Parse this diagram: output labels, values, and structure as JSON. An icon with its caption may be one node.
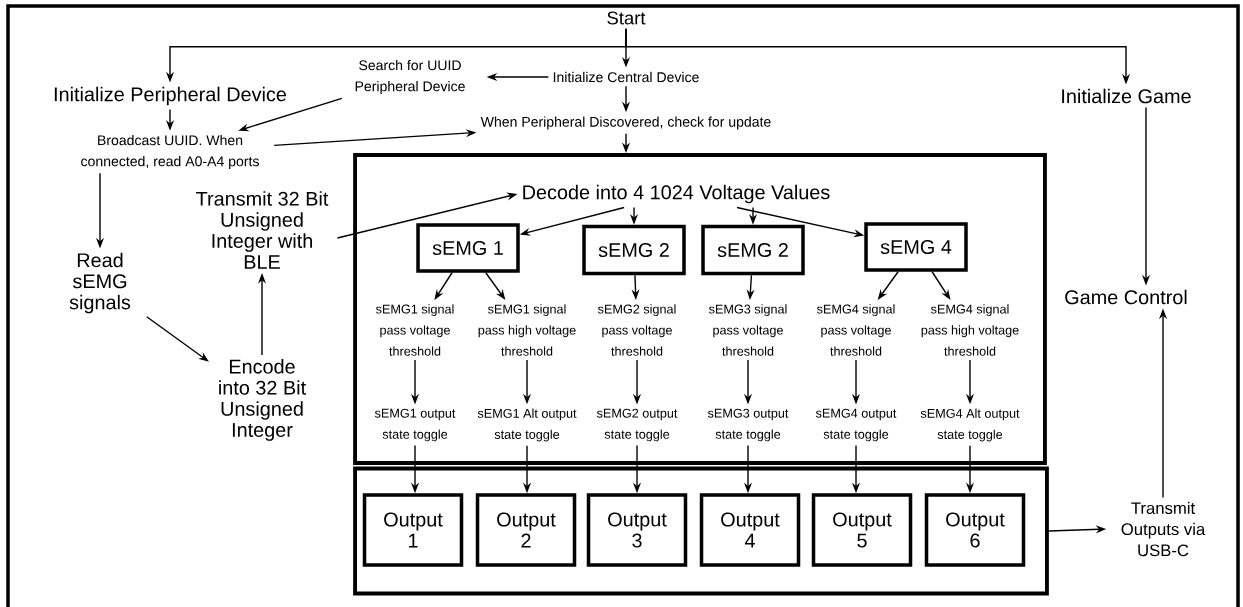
{
  "diagram": {
    "nodes": [
      {
        "text": [
          "Start"
        ]
      },
      {
        "text": [
          "Initialize Peripheral Device"
        ]
      },
      {
        "text": [
          "Search for UUID Peripheral Device"
        ]
      },
      {
        "text": [
          "Initialize Central Device"
        ]
      },
      {
        "text": [
          "Initialize Game"
        ]
      },
      {
        "text": [
          "Broadcast UUID. When connected, read A0-A4 ports"
        ]
      },
      {
        "text": [
          "When Peripheral Discovered, check for update"
        ]
      },
      {
        "text": [],
        "shape": "box"
      },
      {
        "text": [
          "Decode into 4 1024 Voltage Values"
        ],
        "in": 7
      },
      {
        "text": [
          "Transmit 32 Bit Unsigned Integer with BLE"
        ]
      },
      {
        "text": [
          "Read sEMG signals"
        ]
      },
      {
        "text": [
          "Encode into 32 Bit Unsigned Integer"
        ]
      },
      {
        "text": [
          "sEMG 1"
        ],
        "in": 7
      },
      {
        "text": [
          "sEMG 2"
        ],
        "in": 7
      },
      {
        "text": [
          "sEMG 2"
        ],
        "in": 7
      },
      {
        "text": [
          "sEMG 4"
        ],
        "in": 7
      },
      {
        "text": [
          "sEMG1 signal pass voltage threshold"
        ],
        "in": 7
      },
      {
        "text": [
          "sEMG1 signal pass high voltage threshold"
        ],
        "in": 7
      },
      {
        "text": [
          "sEMG2 signal pass voltage threshold"
        ],
        "in": 7
      },
      {
        "text": [
          "sEMG3 signal pass voltage threshold"
        ],
        "in": 7
      },
      {
        "text": [
          "sEMG4 signal pass voltage threshold"
        ],
        "in": 7
      },
      {
        "text": [
          "sEMG4 signal pass high voltage threshold"
        ],
        "in": 7
      },
      {
        "text": [
          "sEMG1 output state toggle"
        ],
        "in": 7
      },
      {
        "text": [
          "sEMG1 Alt output state toggle"
        ],
        "in": 7
      },
      {
        "text": [
          "sEMG2 output state toggle"
        ],
        "in": 7
      },
      {
        "text": [
          "sEMG3 output state toggle"
        ],
        "in": 7
      },
      {
        "text": [
          "sEMG4 output state toggle"
        ],
        "in": 7
      },
      {
        "text": [
          "sEMG4 Alt output state toggle"
        ],
        "in": 7
      },
      {
        "text": [
          "Game Control"
        ]
      },
      {
        "text": [],
        "shape": "box"
      },
      {
        "text": [
          "Output 1"
        ],
        "in": 29
      },
      {
        "text": [
          "Output 2"
        ],
        "in": 29
      },
      {
        "text": [
          "Output 3"
        ],
        "in": 29
      },
      {
        "text": [
          "Output 4"
        ],
        "in": 29
      },
      {
        "text": [
          "Output 5"
        ],
        "in": 29
      },
      {
        "text": [
          "Output 6"
        ],
        "in": 29
      },
      {
        "text": [
          "Transmit Outputs via USB-C"
        ]
      }
    ],
    "edges": [
      {
        "from": 0,
        "to": 1,
        "arrow": "to"
      },
      {
        "from": 0,
        "to": 3,
        "arrow": "to"
      },
      {
        "from": 0,
        "to": 4,
        "arrow": "to"
      },
      {
        "from": 1,
        "to": 5,
        "arrow": "to"
      },
      {
        "from": 3,
        "to": 2,
        "arrow": "to"
      },
      {
        "from": 2,
        "to": 5,
        "arrow": "to"
      },
      {
        "from": 3,
        "to": 6,
        "arrow": "to"
      },
      {
        "from": 5,
        "to": 6,
        "arrow": "to"
      },
      {
        "from": 6,
        "to": 7,
        "arrow": "to"
      },
      {
        "from": 4,
        "to": 28,
        "arrow": "to"
      },
      {
        "from": 5,
        "to": 10,
        "arrow": "to"
      },
      {
        "from": 10,
        "to": 11,
        "arrow": "to"
      },
      {
        "from": 11,
        "to": 9,
        "arrow": "to"
      },
      {
        "from": 9,
        "to": 8,
        "arrow": "to"
      },
      {
        "from": 8,
        "to": 12,
        "arrow": "to"
      },
      {
        "from": 8,
        "to": 13,
        "arrow": "to"
      },
      {
        "from": 8,
        "to": 14,
        "arrow": "to"
      },
      {
        "from": 8,
        "to": 15,
        "arrow": "to"
      },
      {
        "from": 12,
        "to": 16,
        "arrow": "to"
      },
      {
        "from": 12,
        "to": 17,
        "arrow": "to"
      },
      {
        "from": 13,
        "to": 18,
        "arrow": "to"
      },
      {
        "from": 14,
        "to": 19,
        "arrow": "to"
      },
      {
        "from": 15,
        "to": 20,
        "arrow": "to"
      },
      {
        "from": 15,
        "to": 21,
        "arrow": "to"
      },
      {
        "from": 16,
        "to": 22,
        "arrow": "to"
      },
      {
        "from": 17,
        "to": 23,
        "arrow": "to"
      },
      {
        "from": 18,
        "to": 24,
        "arrow": "to"
      },
      {
        "from": 19,
        "to": 25,
        "arrow": "to"
      },
      {
        "from": 20,
        "to": 26,
        "arrow": "to"
      },
      {
        "from": 21,
        "to": 27,
        "arrow": "to"
      },
      {
        "from": 22,
        "to": 30,
        "arrow": "to"
      },
      {
        "from": 23,
        "to": 31,
        "arrow": "to"
      },
      {
        "from": 24,
        "to": 32,
        "arrow": "to"
      },
      {
        "from": 25,
        "to": 33,
        "arrow": "to"
      },
      {
        "from": 26,
        "to": 34,
        "arrow": "to"
      },
      {
        "from": 27,
        "to": 35,
        "arrow": "to"
      },
      {
        "from": 29,
        "to": 36,
        "arrow": "to"
      },
      {
        "from": 36,
        "to": 28,
        "arrow": "to"
      }
    ]
  }
}
